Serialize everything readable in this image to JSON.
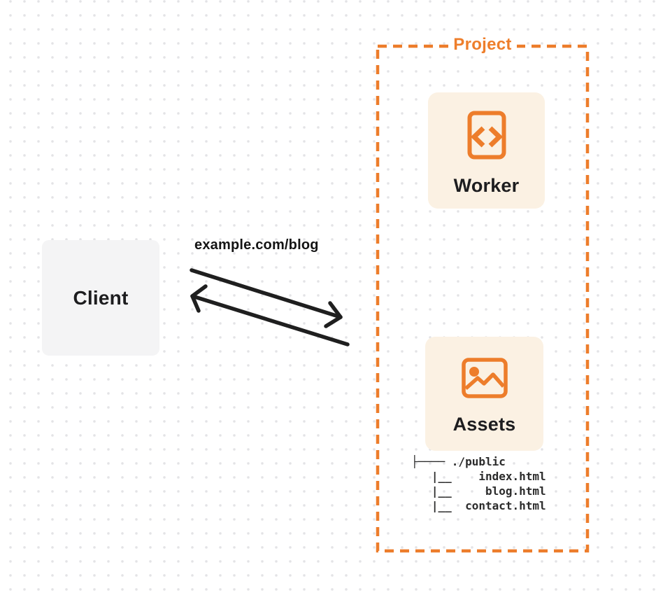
{
  "colors": {
    "accent_orange": "#ED7D2B",
    "card_cream": "#FBF1E3",
    "client_gray": "#F4F4F5",
    "ink": "#1D1D1F",
    "arrow": "#1F1F1F",
    "grid_dot": "#E3E3E6"
  },
  "client": {
    "label": "Client"
  },
  "request": {
    "url_label": "example.com/blog"
  },
  "project": {
    "label": "Project",
    "worker": {
      "label": "Worker",
      "icon": "code-file-icon"
    },
    "assets": {
      "label": "Assets",
      "icon": "image-icon",
      "file_tree": [
        "├──── ./public",
        "   |__    index.html",
        "   |__     blog.html",
        "   |__  contact.html"
      ]
    }
  },
  "icons": {
    "worker": "code-file-icon",
    "assets": "image-icon"
  }
}
